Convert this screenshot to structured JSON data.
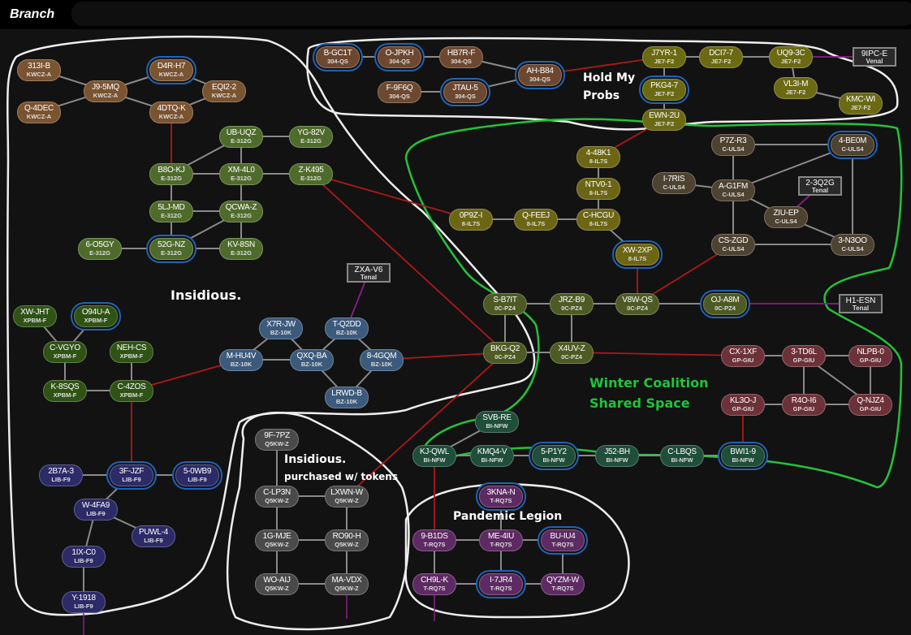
{
  "header": {
    "title": "Branch"
  },
  "labels": {
    "insidious": "Insidious.",
    "insidious_tokens_1": "Insidious.",
    "insidious_tokens_2": "purchased w/ tokens",
    "hold_1": "Hold My",
    "hold_2": "Probs",
    "winter_1": "Winter Coalition",
    "winter_2": "Shared Space",
    "pandemic": "Pandemic Legion"
  },
  "region_colors": {
    "KWCZ-A": "#7a5330",
    "E-312G": "#4f6b2b",
    "304-QS": "#6d4831",
    "JE7-F2": "#6b6912",
    "8-IL7S": "#6c6614",
    "C-ULS4": "#4e4230",
    "XPBM-F": "#2f5315",
    "LIB-F9": "#2d2a68",
    "BZ-10K": "#3c5a7b",
    "Q5KW-Z": "#4a4a4a",
    "0C-PZ4": "#4e5a23",
    "GP-GIU": "#6d3139",
    "BI-NFW": "#1f4e3b",
    "T-RQ7S": "#5e2a63"
  },
  "edge_colors": {
    "gate": "#8a8a8a",
    "region": "#b01818",
    "special": "#8a1e8a"
  },
  "nodes": [
    {
      "id": "313I-B",
      "region": "KWCZ-A"
    },
    {
      "id": "D4R-H7",
      "region": "KWCZ-A",
      "ring": true
    },
    {
      "id": "J9-5MQ",
      "region": "KWCZ-A"
    },
    {
      "id": "EQI2-2",
      "region": "KWCZ-A"
    },
    {
      "id": "Q-4DEC",
      "region": "KWCZ-A"
    },
    {
      "id": "4DTQ-K",
      "region": "KWCZ-A"
    },
    {
      "id": "UB-UQZ",
      "region": "E-312G"
    },
    {
      "id": "YG-82V",
      "region": "E-312G"
    },
    {
      "id": "B8O-KJ",
      "region": "E-312G"
    },
    {
      "id": "XM-4L0",
      "region": "E-312G"
    },
    {
      "id": "Z-K495",
      "region": "E-312G"
    },
    {
      "id": "5LJ-MD",
      "region": "E-312G"
    },
    {
      "id": "QCWA-Z",
      "region": "E-312G"
    },
    {
      "id": "6-O5GY",
      "region": "E-312G"
    },
    {
      "id": "52G-NZ",
      "region": "E-312G",
      "ring": true
    },
    {
      "id": "KV-8SN",
      "region": "E-312G"
    },
    {
      "id": "B-GC1T",
      "region": "304-QS",
      "ring": true
    },
    {
      "id": "O-JPKH",
      "region": "304-QS",
      "ring": true
    },
    {
      "id": "HB7R-F",
      "region": "304-QS"
    },
    {
      "id": "AH-B84",
      "region": "304-QS",
      "ring": true
    },
    {
      "id": "F-9F6Q",
      "region": "304-QS"
    },
    {
      "id": "JTAU-5",
      "region": "304-QS",
      "ring": true
    },
    {
      "id": "J7YR-1",
      "region": "JE7-F2"
    },
    {
      "id": "DCI7-7",
      "region": "JE7-F2"
    },
    {
      "id": "UQ9-3C",
      "region": "JE7-F2"
    },
    {
      "id": "PKG4-7",
      "region": "JE7-F2",
      "ring": true
    },
    {
      "id": "VL3I-M",
      "region": "JE7-F2"
    },
    {
      "id": "KMC-WI",
      "region": "JE7-F2"
    },
    {
      "id": "EWN-2U",
      "region": "JE7-F2"
    },
    {
      "id": "9IPC-E",
      "region": "Venal",
      "box": true
    },
    {
      "id": "4-48K1",
      "region": "8-IL7S"
    },
    {
      "id": "NTV0-1",
      "region": "8-IL7S"
    },
    {
      "id": "0P9Z-I",
      "region": "8-IL7S"
    },
    {
      "id": "Q-FEEJ",
      "region": "8-IL7S"
    },
    {
      "id": "C-HCGU",
      "region": "8-IL7S"
    },
    {
      "id": "XW-2XP",
      "region": "8-IL7S",
      "ring": true
    },
    {
      "id": "P7Z-R3",
      "region": "C-ULS4"
    },
    {
      "id": "4-BE0M",
      "region": "C-ULS4",
      "ring": true
    },
    {
      "id": "I-7RIS",
      "region": "C-ULS4"
    },
    {
      "id": "A-G1FM",
      "region": "C-ULS4"
    },
    {
      "id": "2-3Q2G",
      "region": "Tenal",
      "box": true
    },
    {
      "id": "ZIU-EP",
      "region": "C-ULS4"
    },
    {
      "id": "CS-ZGD",
      "region": "C-ULS4"
    },
    {
      "id": "3-N3OO",
      "region": "C-ULS4"
    },
    {
      "id": "S-B7IT",
      "region": "0C-PZ4"
    },
    {
      "id": "JRZ-B9",
      "region": "0C-PZ4"
    },
    {
      "id": "V8W-QS",
      "region": "0C-PZ4"
    },
    {
      "id": "OJ-A8M",
      "region": "0C-PZ4",
      "ring": true
    },
    {
      "id": "H1-ESN",
      "region": "Tenal",
      "box": true
    },
    {
      "id": "BKG-Q2",
      "region": "0C-PZ4"
    },
    {
      "id": "X4UV-Z",
      "region": "0C-PZ4"
    },
    {
      "id": "CX-1XF",
      "region": "GP-GIU"
    },
    {
      "id": "3-TD6L",
      "region": "GP-GIU"
    },
    {
      "id": "NLPB-0",
      "region": "GP-GIU"
    },
    {
      "id": "KL3O-J",
      "region": "GP-GIU"
    },
    {
      "id": "R4O-I6",
      "region": "GP-GIU"
    },
    {
      "id": "Q-NJZ4",
      "region": "GP-GIU"
    },
    {
      "id": "SVB-RE",
      "region": "BI-NFW"
    },
    {
      "id": "KJ-QWL",
      "region": "BI-NFW"
    },
    {
      "id": "KMQ4-V",
      "region": "BI-NFW"
    },
    {
      "id": "5-P1Y2",
      "region": "BI-NFW",
      "ring": true
    },
    {
      "id": "J52-BH",
      "region": "BI-NFW"
    },
    {
      "id": "C-LBQS",
      "region": "BI-NFW"
    },
    {
      "id": "BWI1-9",
      "region": "BI-NFW",
      "ring": true
    },
    {
      "id": "3KNA-N",
      "region": "T-RQ7S",
      "ring": true
    },
    {
      "id": "9-B1DS",
      "region": "T-RQ7S"
    },
    {
      "id": "ME-4IU",
      "region": "T-RQ7S"
    },
    {
      "id": "BU-IU4",
      "region": "T-RQ7S",
      "ring": true
    },
    {
      "id": "CH9L-K",
      "region": "T-RQ7S"
    },
    {
      "id": "I-7JR4",
      "region": "T-RQ7S",
      "ring": true
    },
    {
      "id": "QYZM-W",
      "region": "T-RQ7S"
    },
    {
      "id": "9F-7PZ",
      "region": "Q5KW-Z"
    },
    {
      "id": "C-LP3N",
      "region": "Q5KW-Z"
    },
    {
      "id": "LXWN-W",
      "region": "Q5KW-Z"
    },
    {
      "id": "1G-MJE",
      "region": "Q5KW-Z"
    },
    {
      "id": "RO90-H",
      "region": "Q5KW-Z"
    },
    {
      "id": "WO-AIJ",
      "region": "Q5KW-Z"
    },
    {
      "id": "MA-VDX",
      "region": "Q5KW-Z"
    },
    {
      "id": "X7R-JW",
      "region": "BZ-10K"
    },
    {
      "id": "T-Q2DD",
      "region": "BZ-10K"
    },
    {
      "id": "M-HU4V",
      "region": "BZ-10K"
    },
    {
      "id": "QXQ-BA",
      "region": "BZ-10K"
    },
    {
      "id": "8-4GQM",
      "region": "BZ-10K"
    },
    {
      "id": "LRWD-B",
      "region": "BZ-10K"
    },
    {
      "id": "ZXA-V6",
      "region": "Tenal",
      "box": true
    },
    {
      "id": "XW-JHT",
      "region": "XPBM-F"
    },
    {
      "id": "O94U-A",
      "region": "XPBM-F",
      "ring": true
    },
    {
      "id": "C-VGYO",
      "region": "XPBM-F"
    },
    {
      "id": "NEH-CS",
      "region": "XPBM-F"
    },
    {
      "id": "K-8SQS",
      "region": "XPBM-F"
    },
    {
      "id": "C-4ZOS",
      "region": "XPBM-F"
    },
    {
      "id": "2B7A-3",
      "region": "LIB-F9"
    },
    {
      "id": "3F-JZF",
      "region": "LIB-F9",
      "ring": true
    },
    {
      "id": "5-0WB9",
      "region": "LIB-F9",
      "ring": true
    },
    {
      "id": "W-4FA9",
      "region": "LIB-F9"
    },
    {
      "id": "PUWL-4",
      "region": "LIB-F9"
    },
    {
      "id": "1IX-C0",
      "region": "LIB-F9"
    },
    {
      "id": "Y-1918",
      "region": "LIB-F9"
    }
  ],
  "edges": [
    [
      "313I-B",
      "J9-5MQ",
      "gate"
    ],
    [
      "Q-4DEC",
      "J9-5MQ",
      "gate"
    ],
    [
      "J9-5MQ",
      "D4R-H7",
      "gate"
    ],
    [
      "J9-5MQ",
      "4DTQ-K",
      "gate"
    ],
    [
      "D4R-H7",
      "EQI2-2",
      "gate"
    ],
    [
      "EQI2-2",
      "4DTQ-K",
      "gate"
    ],
    [
      "4DTQ-K",
      "B8O-KJ",
      "region"
    ],
    [
      "UB-UQZ",
      "YG-82V",
      "gate"
    ],
    [
      "UB-UQZ",
      "B8O-KJ",
      "gate"
    ],
    [
      "UB-UQZ",
      "XM-4L0",
      "gate"
    ],
    [
      "B8O-KJ",
      "XM-4L0",
      "gate"
    ],
    [
      "XM-4L0",
      "Z-K495",
      "gate"
    ],
    [
      "B8O-KJ",
      "5LJ-MD",
      "gate"
    ],
    [
      "XM-4L0",
      "QCWA-Z",
      "gate"
    ],
    [
      "5LJ-MD",
      "QCWA-Z",
      "gate"
    ],
    [
      "5LJ-MD",
      "52G-NZ",
      "gate"
    ],
    [
      "QCWA-Z",
      "52G-NZ",
      "gate"
    ],
    [
      "QCWA-Z",
      "KV-8SN",
      "gate"
    ],
    [
      "6-O5GY",
      "52G-NZ",
      "gate"
    ],
    [
      "52G-NZ",
      "KV-8SN",
      "gate"
    ],
    [
      "Z-K495",
      "0P9Z-I",
      "region"
    ],
    [
      "Z-K495",
      "BKG-Q2",
      "region"
    ],
    [
      "B-GC1T",
      "O-JPKH",
      "gate"
    ],
    [
      "O-JPKH",
      "HB7R-F",
      "gate"
    ],
    [
      "HB7R-F",
      "AH-B84",
      "gate"
    ],
    [
      "F-9F6Q",
      "JTAU-5",
      "gate"
    ],
    [
      "JTAU-5",
      "AH-B84",
      "gate"
    ],
    [
      "AH-B84",
      "J7YR-1",
      "region"
    ],
    [
      "J7YR-1",
      "DCI7-7",
      "gate"
    ],
    [
      "DCI7-7",
      "UQ9-3C",
      "gate"
    ],
    [
      "J7YR-1",
      "PKG4-7",
      "gate"
    ],
    [
      "PKG4-7",
      "EWN-2U",
      "gate"
    ],
    [
      "UQ9-3C",
      "VL3I-M",
      "gate"
    ],
    [
      "VL3I-M",
      "KMC-WI",
      "gate"
    ],
    [
      "UQ9-3C",
      "9IPC-E",
      "special"
    ],
    [
      "EWN-2U",
      "4-48K1",
      "region"
    ],
    [
      "4-48K1",
      "NTV0-1",
      "gate"
    ],
    [
      "NTV0-1",
      "C-HCGU",
      "gate"
    ],
    [
      "0P9Z-I",
      "Q-FEEJ",
      "gate"
    ],
    [
      "Q-FEEJ",
      "C-HCGU",
      "gate"
    ],
    [
      "C-HCGU",
      "XW-2XP",
      "gate"
    ],
    [
      "XW-2XP",
      "V8W-QS",
      "region"
    ],
    [
      "P7Z-R3",
      "4-BE0M",
      "gate"
    ],
    [
      "P7Z-R3",
      "A-G1FM",
      "gate"
    ],
    [
      "I-7RIS",
      "A-G1FM",
      "gate"
    ],
    [
      "A-G1FM",
      "4-BE0M",
      "gate"
    ],
    [
      "A-G1FM",
      "ZIU-EP",
      "gate"
    ],
    [
      "A-G1FM",
      "CS-ZGD",
      "gate"
    ],
    [
      "ZIU-EP",
      "3-N3OO",
      "gate"
    ],
    [
      "4-BE0M",
      "3-N3OO",
      "gate"
    ],
    [
      "CS-ZGD",
      "3-N3OO",
      "gate"
    ],
    [
      "ZIU-EP",
      "2-3Q2G",
      "special"
    ],
    [
      "CS-ZGD",
      "V8W-QS",
      "region"
    ],
    [
      "S-B7IT",
      "JRZ-B9",
      "gate"
    ],
    [
      "JRZ-B9",
      "V8W-QS",
      "gate"
    ],
    [
      "V8W-QS",
      "OJ-A8M",
      "gate"
    ],
    [
      "OJ-A8M",
      "H1-ESN",
      "special"
    ],
    [
      "S-B7IT",
      "BKG-Q2",
      "gate"
    ],
    [
      "BKG-Q2",
      "X4UV-Z",
      "gate"
    ],
    [
      "JRZ-B9",
      "X4UV-Z",
      "gate"
    ],
    [
      "X4UV-Z",
      "CX-1XF",
      "region"
    ],
    [
      "8-4GQM",
      "BKG-Q2",
      "region"
    ],
    [
      "BKG-Q2",
      "LXWN-W",
      "region"
    ],
    [
      "CX-1XF",
      "3-TD6L",
      "gate"
    ],
    [
      "3-TD6L",
      "NLPB-0",
      "gate"
    ],
    [
      "3-TD6L",
      "R4O-I6",
      "gate"
    ],
    [
      "3-TD6L",
      "Q-NJZ4",
      "gate"
    ],
    [
      "NLPB-0",
      "Q-NJZ4",
      "gate"
    ],
    [
      "KL3O-J",
      "R4O-I6",
      "gate"
    ],
    [
      "R4O-I6",
      "Q-NJZ4",
      "gate"
    ],
    [
      "KL3O-J",
      "BWI1-9",
      "region"
    ],
    [
      "SVB-RE",
      "KJ-QWL",
      "gate"
    ],
    [
      "KJ-QWL",
      "KMQ4-V",
      "gate"
    ],
    [
      "KMQ4-V",
      "5-P1Y2",
      "gate"
    ],
    [
      "5-P1Y2",
      "J52-BH",
      "gate"
    ],
    [
      "J52-BH",
      "C-LBQS",
      "gate"
    ],
    [
      "C-LBQS",
      "BWI1-9",
      "gate"
    ],
    [
      "KJ-QWL",
      "9-B1DS",
      "region"
    ],
    [
      "3KNA-N",
      "ME-4IU",
      "gate"
    ],
    [
      "9-B1DS",
      "ME-4IU",
      "gate"
    ],
    [
      "ME-4IU",
      "BU-IU4",
      "gate"
    ],
    [
      "9-B1DS",
      "CH9L-K",
      "gate"
    ],
    [
      "ME-4IU",
      "I-7JR4",
      "gate"
    ],
    [
      "BU-IU4",
      "QYZM-W",
      "gate"
    ],
    [
      "CH9L-K",
      "I-7JR4",
      "gate"
    ],
    [
      "I-7JR4",
      "QYZM-W",
      "gate"
    ],
    [
      "9F-7PZ",
      "C-LP3N",
      "gate"
    ],
    [
      "C-LP3N",
      "LXWN-W",
      "gate"
    ],
    [
      "C-LP3N",
      "1G-MJE",
      "gate"
    ],
    [
      "LXWN-W",
      "RO90-H",
      "gate"
    ],
    [
      "1G-MJE",
      "RO90-H",
      "gate"
    ],
    [
      "1G-MJE",
      "WO-AIJ",
      "gate"
    ],
    [
      "RO90-H",
      "MA-VDX",
      "gate"
    ],
    [
      "WO-AIJ",
      "MA-VDX",
      "gate"
    ],
    [
      "X7R-JW",
      "M-HU4V",
      "gate"
    ],
    [
      "X7R-JW",
      "QXQ-BA",
      "gate"
    ],
    [
      "M-HU4V",
      "QXQ-BA",
      "gate"
    ],
    [
      "T-Q2DD",
      "QXQ-BA",
      "gate"
    ],
    [
      "T-Q2DD",
      "8-4GQM",
      "gate"
    ],
    [
      "QXQ-BA",
      "LRWD-B",
      "gate"
    ],
    [
      "8-4GQM",
      "LRWD-B",
      "gate"
    ],
    [
      "T-Q2DD",
      "ZXA-V6",
      "special"
    ],
    [
      "C-4ZOS",
      "M-HU4V",
      "region"
    ],
    [
      "XW-JHT",
      "C-VGYO",
      "gate"
    ],
    [
      "O94U-A",
      "C-VGYO",
      "gate"
    ],
    [
      "C-VGYO",
      "K-8SQS",
      "gate"
    ],
    [
      "NEH-CS",
      "C-4ZOS",
      "gate"
    ],
    [
      "K-8SQS",
      "C-4ZOS",
      "gate"
    ],
    [
      "C-4ZOS",
      "3F-JZF",
      "region"
    ],
    [
      "2B7A-3",
      "3F-JZF",
      "gate"
    ],
    [
      "3F-JZF",
      "5-0WB9",
      "gate"
    ],
    [
      "3F-JZF",
      "W-4FA9",
      "gate"
    ],
    [
      "W-4FA9",
      "PUWL-4",
      "gate"
    ],
    [
      "W-4FA9",
      "1IX-C0",
      "gate"
    ],
    [
      "1IX-C0",
      "Y-1918",
      "gate"
    ]
  ]
}
